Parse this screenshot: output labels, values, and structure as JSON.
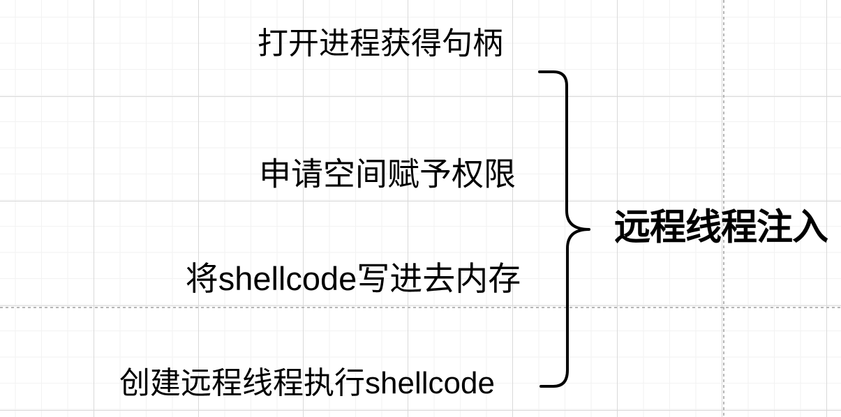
{
  "diagram": {
    "title": "远程线程注入",
    "steps": [
      {
        "label": "打开进程获得句柄"
      },
      {
        "label": "申请空间赋予权限"
      },
      {
        "label": "将shellcode写进去内存"
      },
      {
        "label": "创建远程线程执行shellcode"
      }
    ],
    "connector": "curly-brace",
    "colors": {
      "text": "#000000",
      "background": "#ffffff",
      "grid_minor": "#f2f2f2",
      "grid_major": "#d9d9d9",
      "page_boundary": "#b5b5b5",
      "brace_stroke": "#000000"
    }
  }
}
